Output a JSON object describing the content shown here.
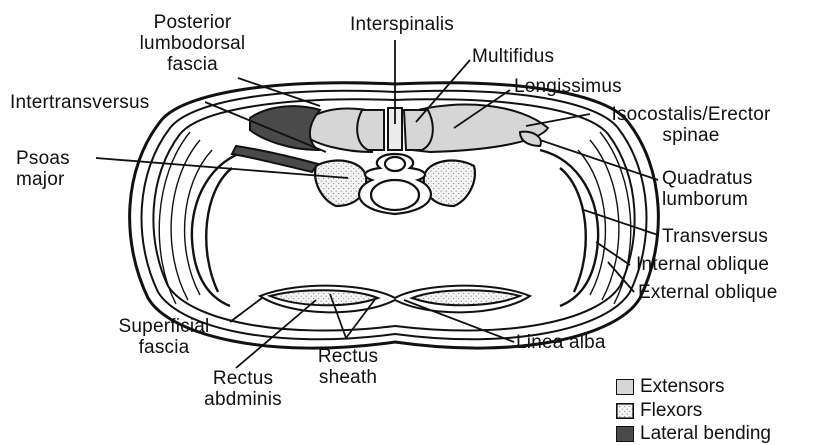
{
  "labels": {
    "posterior_lumbodorsal_fascia": [
      "Posterior",
      "lumbodorsal",
      "fascia"
    ],
    "interspinalis": "Interspinalis",
    "multifidus": "Multifidus",
    "longissimus": "Longissimus",
    "isocostalis": [
      "Isocostalis/Erector",
      "spinae"
    ],
    "intertransversus": "Intertransversus",
    "psoas_major": [
      "Psoas",
      "major"
    ],
    "quadratus_lumborum": [
      "Quadratus",
      "lumborum"
    ],
    "transversus": "Transversus",
    "internal_oblique": "Internal oblique",
    "external_oblique": "External oblique",
    "superficial_fascia": [
      "Superficial",
      "fascia"
    ],
    "rectus_sheath": [
      "Rectus",
      "sheath"
    ],
    "linea_alba": "Linea alba",
    "rectus_abdominis": [
      "Rectus",
      "abdminis"
    ]
  },
  "legend": [
    {
      "label": "Extensors",
      "fill": "extensor"
    },
    {
      "label": "Flexors",
      "fill": "flexor"
    },
    {
      "label": "Lateral bending",
      "fill": "lateral"
    }
  ],
  "colors": {
    "extensor": "#d6d6d6",
    "flexor": "#ececec",
    "lateral": "#4a4a4a",
    "outline": "#111111"
  }
}
